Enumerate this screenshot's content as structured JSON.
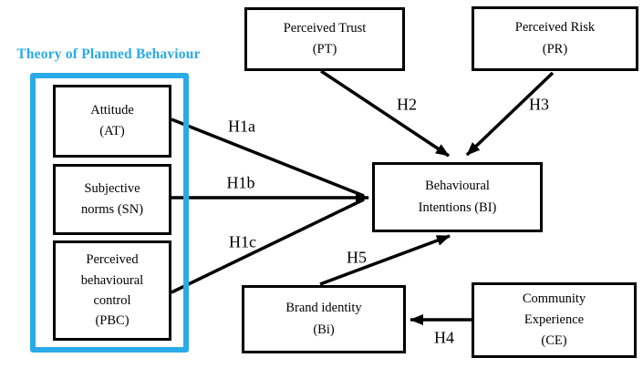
{
  "diagram": {
    "title": "Theory of Planned Behaviour"
  },
  "nodes": {
    "attitude": "Attitude\n(AT)",
    "subjective_norms": "Subjective\nnorms (SN)",
    "perceived_behavioural_control": "Perceived\nbehavioural\ncontrol\n(PBC)",
    "perceived_trust": "Perceived Trust\n(PT)",
    "perceived_risk": "Perceived Risk\n(PR)",
    "behavioural_intentions": "Behavioural\nIntentions (BI)",
    "brand_identity": "Brand identity\n(Bi)",
    "community_experience": "Community\nExperience\n(CE)"
  },
  "hypotheses": {
    "h1a": "H1a",
    "h1b": "H1b",
    "h1c": "H1c",
    "h2": "H2",
    "h3": "H3",
    "h4": "H4",
    "h5": "H5"
  },
  "colors": {
    "accent": "#29ABE8",
    "line": "#000000"
  }
}
